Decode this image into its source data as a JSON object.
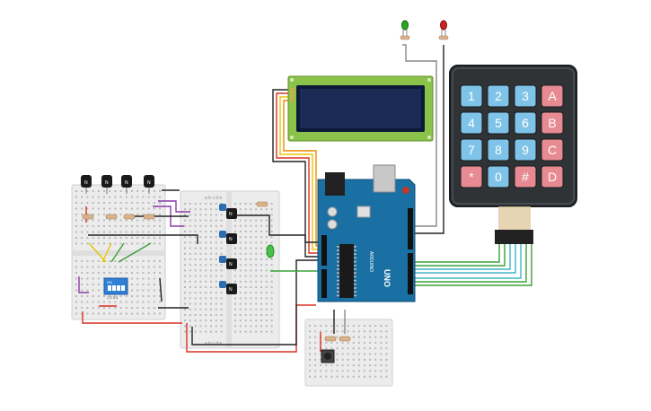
{
  "keypad": {
    "keys": [
      {
        "label": "1",
        "kind": "num"
      },
      {
        "label": "2",
        "kind": "num"
      },
      {
        "label": "3",
        "kind": "num"
      },
      {
        "label": "A",
        "kind": "letter"
      },
      {
        "label": "4",
        "kind": "num"
      },
      {
        "label": "5",
        "kind": "num"
      },
      {
        "label": "6",
        "kind": "num"
      },
      {
        "label": "B",
        "kind": "letter"
      },
      {
        "label": "7",
        "kind": "num"
      },
      {
        "label": "8",
        "kind": "num"
      },
      {
        "label": "9",
        "kind": "num"
      },
      {
        "label": "C",
        "kind": "letter"
      },
      {
        "label": "*",
        "kind": "letter"
      },
      {
        "label": "0",
        "kind": "num"
      },
      {
        "label": "#",
        "kind": "letter"
      },
      {
        "label": "D",
        "kind": "letter"
      }
    ],
    "num_color": "#7fc4e8",
    "letter_color": "#e88a92",
    "body_color": "#2f3336"
  },
  "arduino": {
    "model": "UNO",
    "brand": "ARDUINO",
    "board_color": "#1a6fa3"
  },
  "lcd": {
    "frame_color": "#8bc34a",
    "screen_color": "#1a2b55"
  },
  "sensors": {
    "labels": [
      "N",
      "N",
      "N",
      "N"
    ]
  },
  "mosfets": {
    "labels": [
      "N",
      "N",
      "N",
      "N"
    ]
  },
  "dip_switch": {
    "label": "ON",
    "pins": "1 2 3 4"
  },
  "leds": {
    "colors": [
      "#22aa22",
      "#cc2222"
    ]
  },
  "breadboard_left": {
    "row_letters": "a b c d e"
  },
  "wire_colors": {
    "red": "#d93025",
    "black": "#222222",
    "green": "#3aa13a",
    "cyan": "#3fb6c9",
    "yellow": "#e8c600",
    "orange": "#f08a00",
    "purple": "#8a3aa8",
    "gray": "#888888"
  }
}
